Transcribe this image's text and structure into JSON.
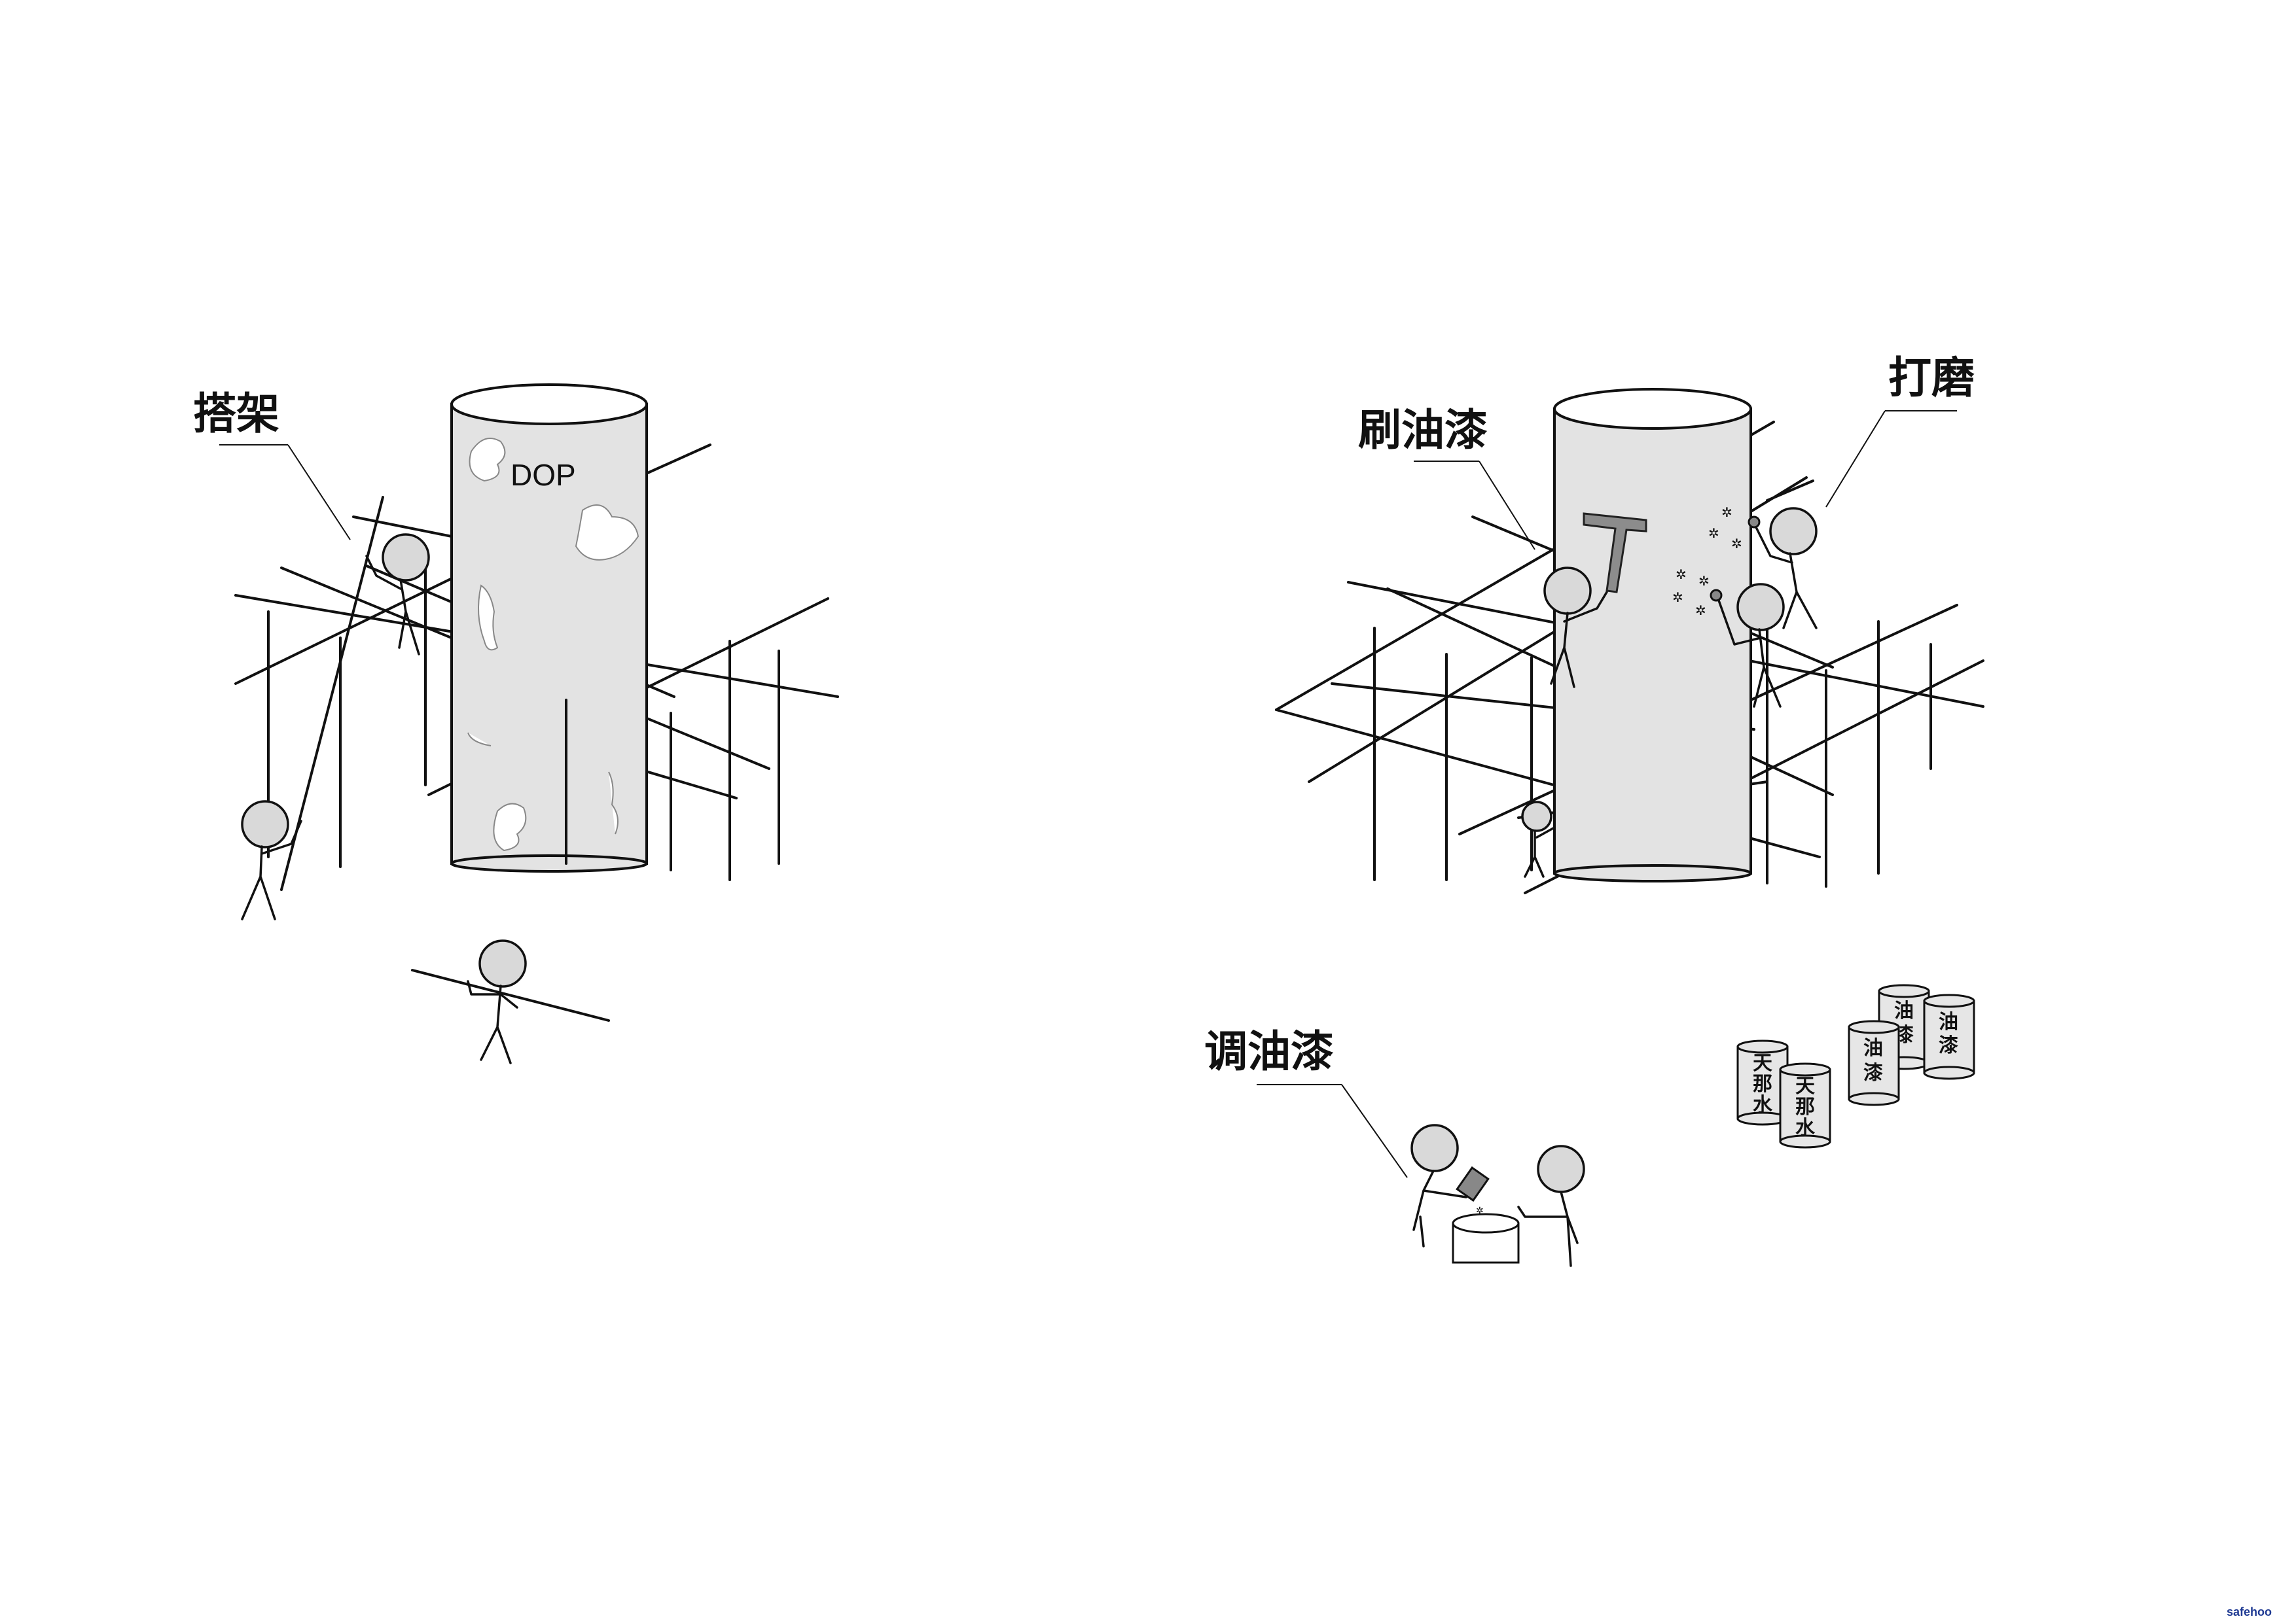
{
  "labels": {
    "scaffold": "搭架",
    "brush_paint": "刷油漆",
    "sanding": "打磨",
    "mix_paint": "调油漆"
  },
  "tank_left_text": "DOP",
  "cans": {
    "paint": [
      "油",
      "漆"
    ],
    "thinner": [
      "天",
      "那",
      "水"
    ]
  },
  "watermark": {
    "text": "safehoo",
    "prefix_color": "#1f3a93",
    "suffix_color": "#c0392b"
  },
  "colors": {
    "tank_fill": "#e3e3e3",
    "head_fill": "#d9d9d9",
    "line": "#111111"
  }
}
